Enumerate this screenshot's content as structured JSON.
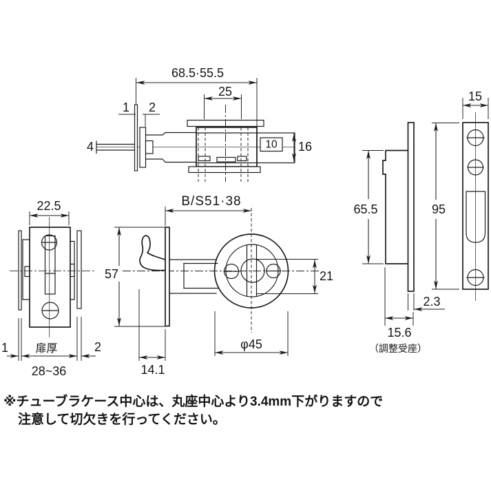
{
  "colors": {
    "background": "#ffffff",
    "line": "#1c1c1c"
  },
  "top_view": {
    "dim_overall": "68.5·55.5",
    "dim_screw_pitch": "25",
    "label_trim": "1",
    "label_rose_plate": "2",
    "label_spindle": "4",
    "dim_bolt_width": "10",
    "dim_case_height": "16"
  },
  "left_view": {
    "dim_case_width": "22.5",
    "door_thickness_label": "扉厚",
    "label_trim": "1",
    "label_rose_plate": "2",
    "door_thickness_range": "28~36"
  },
  "front_view": {
    "dim_backset": "B/S51·38",
    "dim_case_length": "57",
    "dim_bolt_height": "21",
    "dim_rose_dia": "φ45",
    "dim_hook_depth": "14.1"
  },
  "receiver_views": {
    "dim_plate_width": "15",
    "dim_plate_height": "95",
    "dim_body_height": "65.5",
    "dim_plate_thickness": "2.3",
    "dim_body_depth": "15.6",
    "caption": "（調整受座）"
  },
  "note": {
    "line1": "※チューブラケース中心は、丸座中心より3.4mm下がりますので",
    "line2": "注意して切欠きを行ってください。"
  }
}
